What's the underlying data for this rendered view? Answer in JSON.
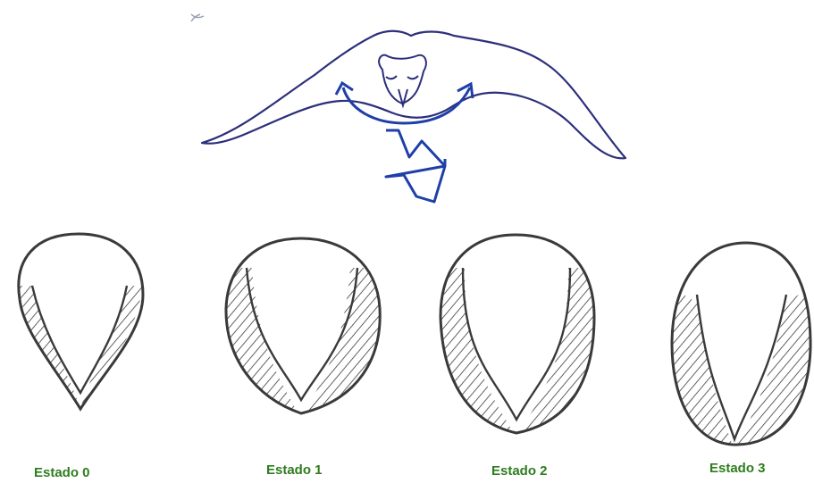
{
  "colors": {
    "outline": "#3a3a3a",
    "bird": "#2c2f7a",
    "arrow": "#1f3fa8",
    "label": "#2e7d1e"
  },
  "icons": {
    "bird": "bird-drawing-icon",
    "flex_arrow": "curved-double-arrow-icon",
    "force_arrow": "lightning-arrow-icon"
  },
  "stages": [
    {
      "label": "Estado 0",
      "hatch_level": 0.12
    },
    {
      "label": "Estado 1",
      "hatch_level": 0.35
    },
    {
      "label": "Estado 2",
      "hatch_level": 0.6
    },
    {
      "label": "Estado 3",
      "hatch_level": 0.78
    }
  ]
}
